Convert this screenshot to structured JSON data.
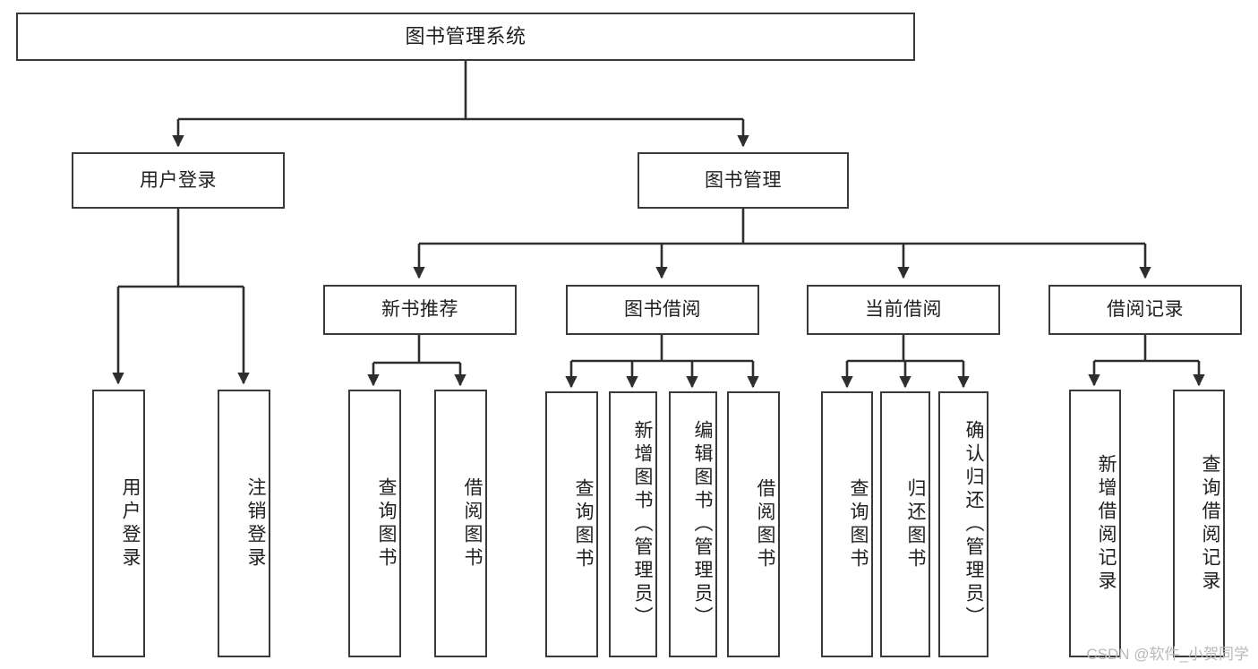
{
  "diagram": {
    "type": "tree-hierarchy-chart",
    "title": "图书管理系统",
    "levels": 4,
    "orientation": "top-down",
    "colors": {
      "node_border": "#3a3a3a",
      "node_fill": "#ffffff",
      "edge": "#2e2e2e",
      "text": "#1f1f1f",
      "watermark": "#b9b9b9",
      "background": "#ffffff"
    },
    "root": {
      "label": "图书管理系统"
    },
    "level2": [
      {
        "label": "用户登录"
      },
      {
        "label": "图书管理"
      }
    ],
    "level3": [
      {
        "label": "新书推荐"
      },
      {
        "label": "图书借阅"
      },
      {
        "label": "当前借阅"
      },
      {
        "label": "借阅记录"
      }
    ],
    "leaves": {
      "user_login": [
        {
          "label": "用户登录"
        },
        {
          "label": "注销登录"
        }
      ],
      "new_book_recommend": [
        {
          "label": "查询图书"
        },
        {
          "label": "借阅图书"
        }
      ],
      "book_borrow": [
        {
          "label": "查询图书"
        },
        {
          "label": "新增图书（管理员）"
        },
        {
          "label": "编辑图书（管理员）"
        },
        {
          "label": "借阅图书"
        }
      ],
      "current_borrow": [
        {
          "label": "查询图书"
        },
        {
          "label": "归还图书"
        },
        {
          "label": "确认归还（管理员）"
        }
      ],
      "borrow_record": [
        {
          "label": "新增借阅记录"
        },
        {
          "label": "查询借阅记录"
        }
      ]
    }
  },
  "watermark": {
    "text": "CSDN @软件_小贺同学"
  }
}
